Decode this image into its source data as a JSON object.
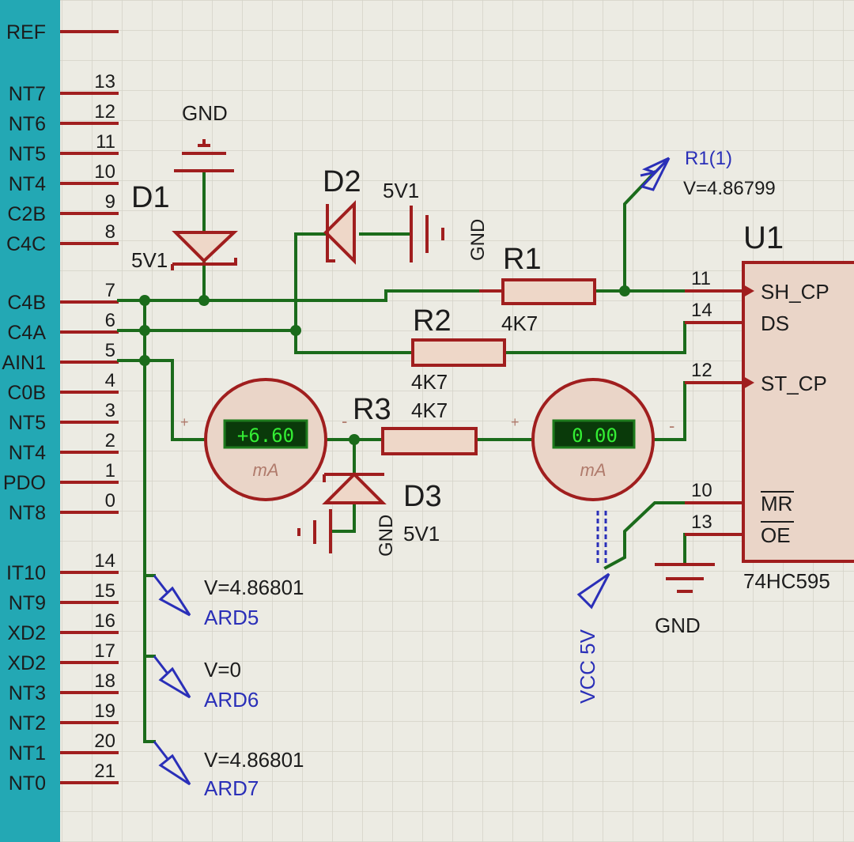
{
  "mcu": {
    "pin_labels": [
      "REF",
      "NT7",
      "NT6",
      "NT5",
      "NT4",
      "C2B",
      "C4C",
      "C4B",
      "C4A",
      "AIN1",
      "C0B",
      "NT5",
      "NT4",
      "PDO",
      "NT8",
      "IT10",
      "NT9",
      "XD2",
      "XD2",
      "NT3",
      "NT2",
      "NT1",
      "NT0"
    ],
    "pin_numbers": [
      "13",
      "12",
      "11",
      "10",
      "9",
      "8",
      "7",
      "6",
      "5",
      "4",
      "3",
      "2",
      "1",
      "0",
      "14",
      "15",
      "16",
      "17",
      "18",
      "19",
      "20",
      "21"
    ]
  },
  "d1": {
    "ref": "D1",
    "value": "5V1",
    "gnd_label": "GND"
  },
  "d2": {
    "ref": "D2",
    "value": "5V1",
    "gnd_label": "GND"
  },
  "d3": {
    "ref": "D3",
    "value": "5V1",
    "gnd_label": "GND"
  },
  "r1": {
    "ref": "R1",
    "value": "4K7"
  },
  "r2": {
    "ref": "R2",
    "value": "4K7"
  },
  "r3": {
    "ref": "R3",
    "value": "4K7"
  },
  "probe_r1": {
    "name": "R1(1)",
    "reading": "V=4.86799"
  },
  "meter1": {
    "display": "+6.60",
    "unit": "mA",
    "plus": "+",
    "minus": "-"
  },
  "meter2": {
    "display": "0.00",
    "unit": "mA",
    "plus": "+",
    "minus": "-"
  },
  "u1": {
    "ref": "U1",
    "part": "74HC595",
    "pins": [
      {
        "num": "11",
        "name": "SH_CP"
      },
      {
        "num": "14",
        "name": "DS"
      },
      {
        "num": "12",
        "name": "ST_CP"
      },
      {
        "num": "10",
        "name": "MR"
      },
      {
        "num": "13",
        "name": "OE"
      }
    ],
    "gnd_label": "GND"
  },
  "vcc": {
    "label": "VCC 5V"
  },
  "probes": [
    {
      "reading": "V=4.86801",
      "name": "ARD5"
    },
    {
      "reading": "V=0",
      "name": "ARD6"
    },
    {
      "reading": "V=4.86801",
      "name": "ARD7"
    }
  ],
  "colors": {
    "wire": "#1b6b1b",
    "part": "#a01e1e",
    "probe": "#2a2fb8",
    "mcu_body": "#23a8b4",
    "lcd_text": "#34ee34"
  }
}
